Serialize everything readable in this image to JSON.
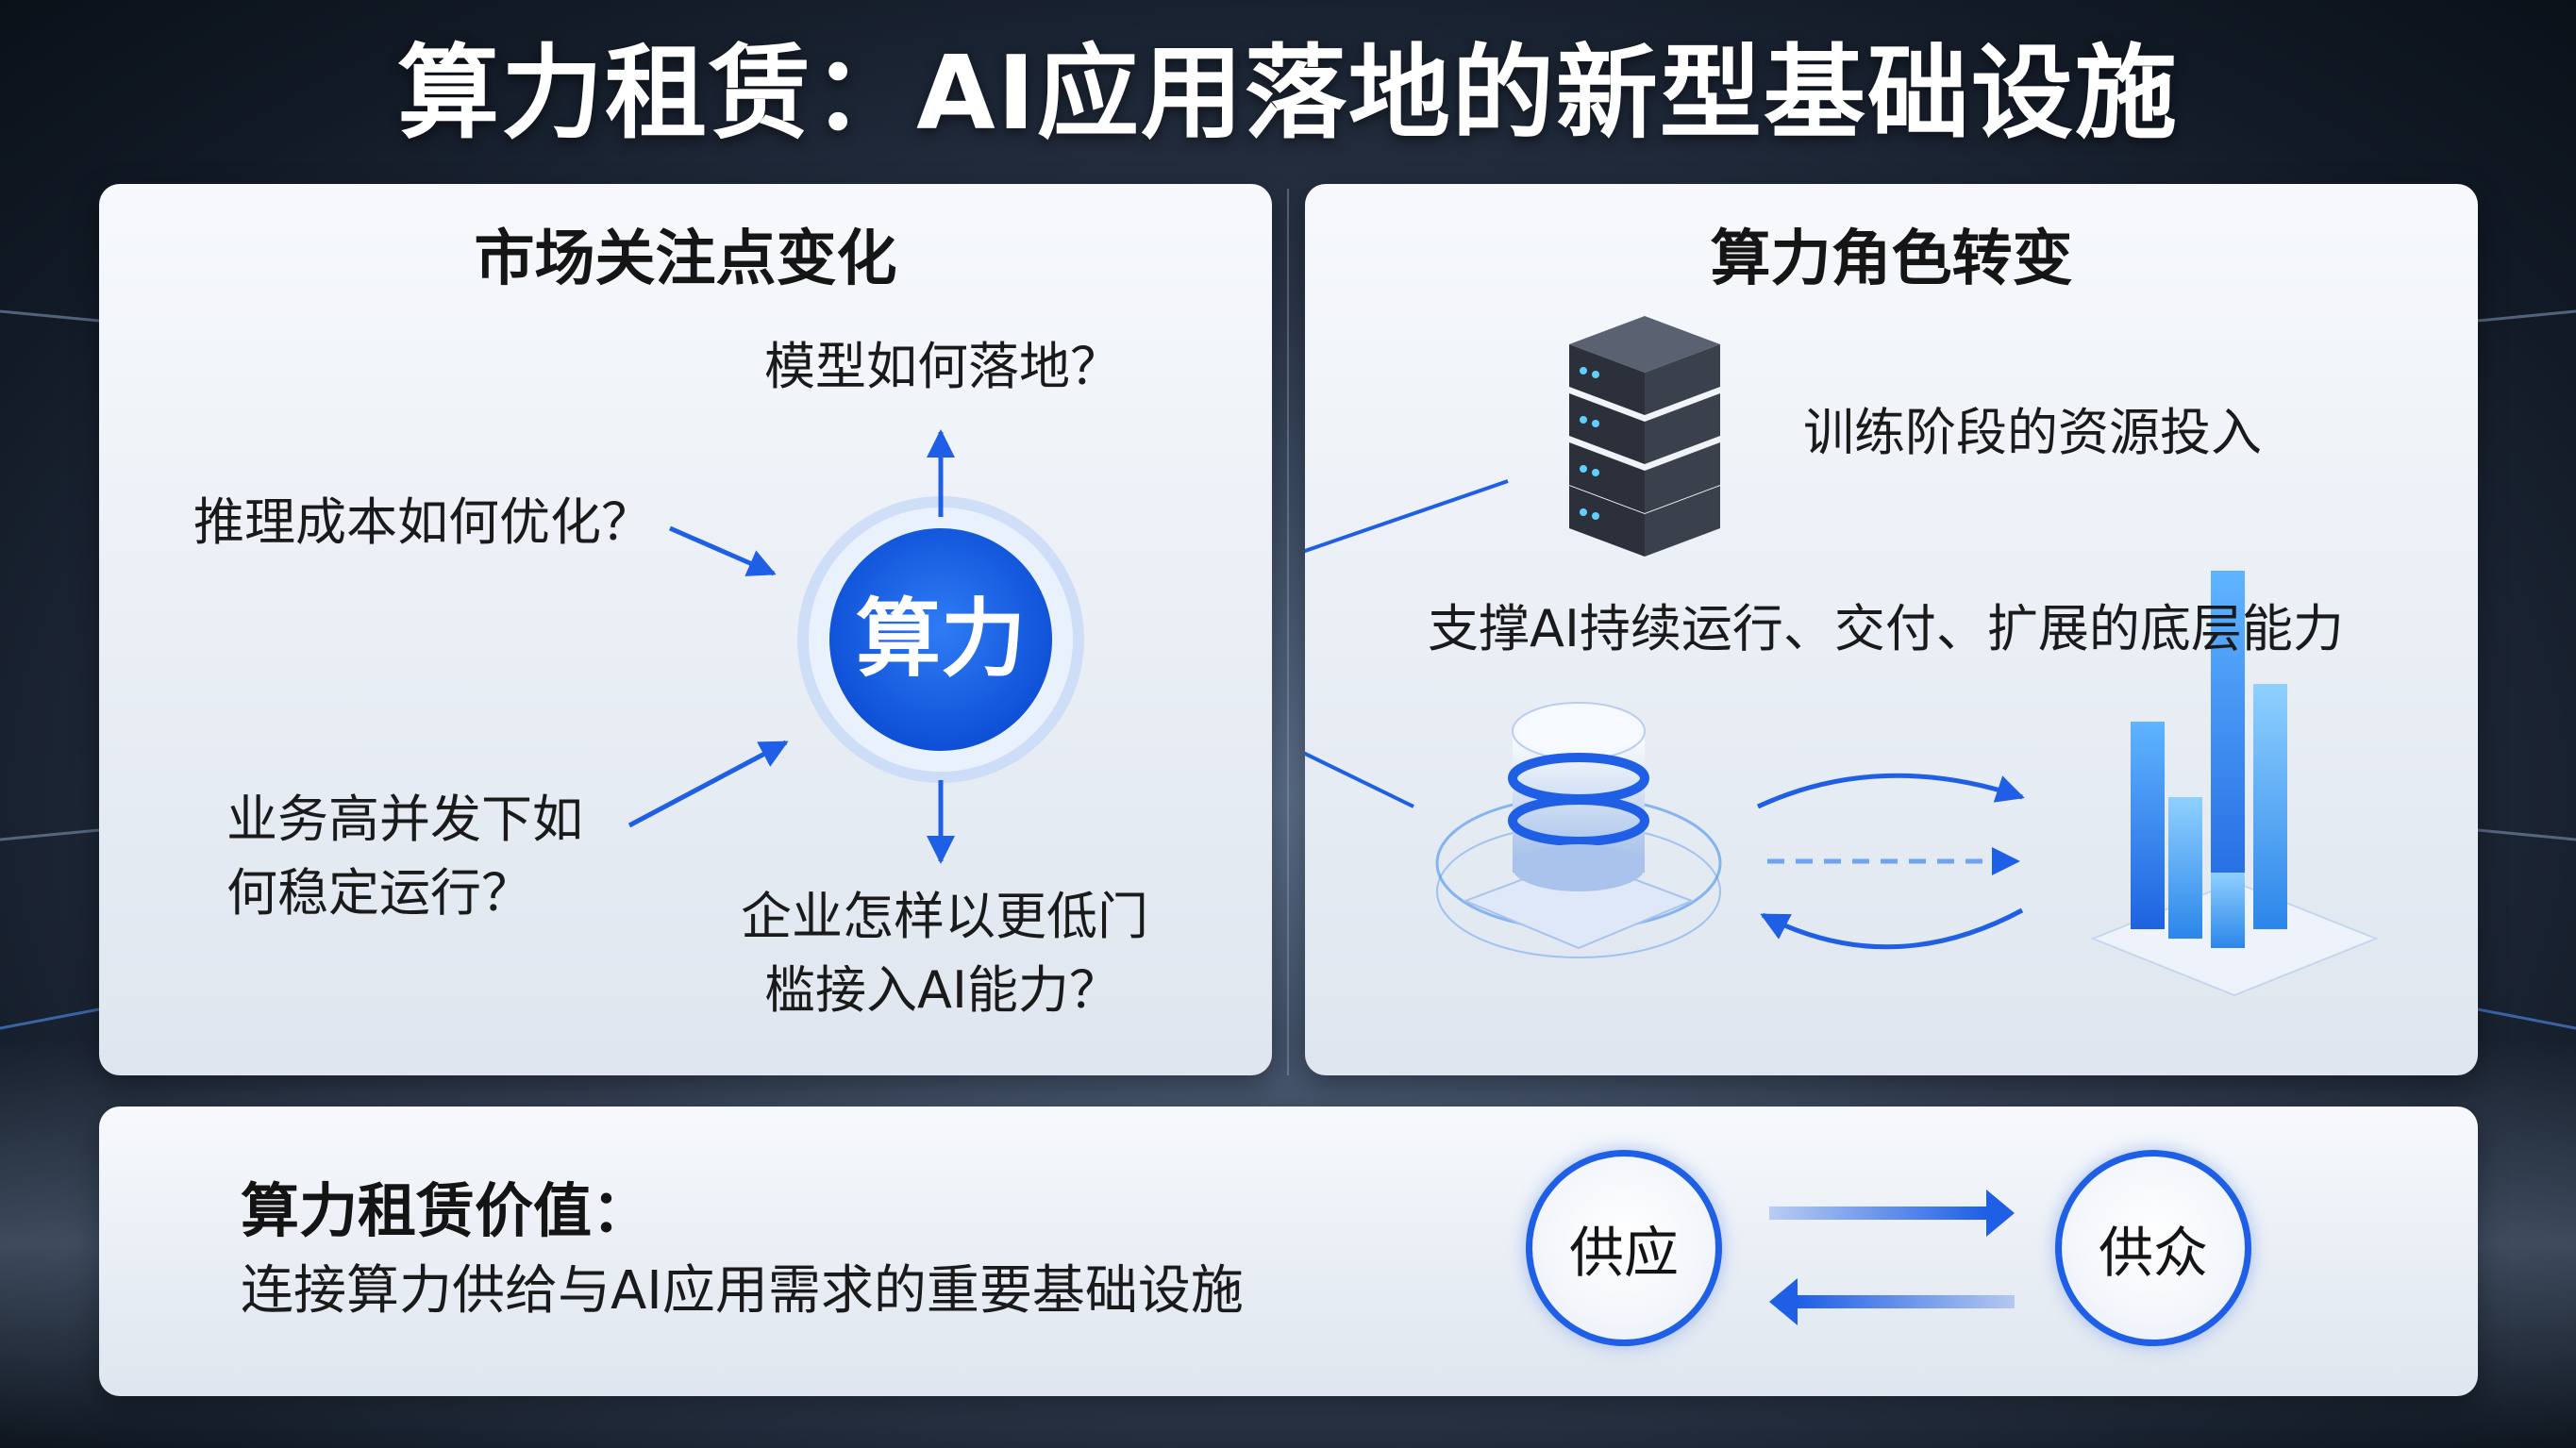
{
  "title": "算力租赁：AI应用落地的新型基础设施",
  "left_panel": {
    "title": "市场关注点变化",
    "center": "算力",
    "q_top": "模型如何落地？",
    "q_left_top": "推理成本如何优化？",
    "q_left_bottom_line1": "业务高并发下如",
    "q_left_bottom_line2": "何稳定运行？",
    "q_bottom_line1": "企业怎样以更低门",
    "q_bottom_line2": "槛接入AI能力？"
  },
  "right_panel": {
    "title": "算力角色转变",
    "training_label": "训练阶段的资源投入",
    "support_label": "支撑AI持续运行、交付、扩展的底层能力"
  },
  "bottom_panel": {
    "value_title": "算力租赁价值：",
    "value_desc": "连接算力供给与AI应用需求的重要基础设施",
    "supply": "供应",
    "demand": "供众"
  },
  "colors": {
    "accent_blue": "#1e5fe6",
    "light_blue": "#4aa3f0",
    "panel_bg": "#eef2f7"
  },
  "icons": [
    "server-rack-icon",
    "database-icon",
    "bar-chart-icon",
    "arrow-icon"
  ]
}
